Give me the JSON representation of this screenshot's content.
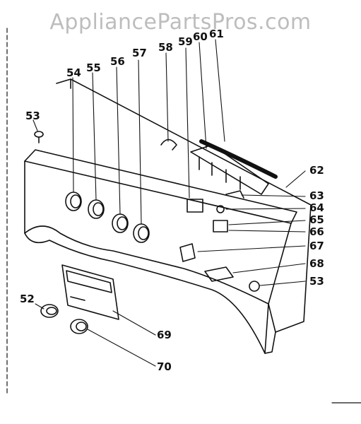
{
  "watermark": "AppliancePartsPros.com",
  "callouts": {
    "c53a": "53",
    "c54": "54",
    "c55": "55",
    "c56": "56",
    "c57": "57",
    "c58": "58",
    "c59": "59",
    "c60": "60",
    "c61": "61",
    "c62": "62",
    "c63": "63",
    "c64": "64",
    "c65": "65",
    "c66": "66",
    "c67": "67",
    "c68": "68",
    "c53b": "53",
    "c52": "52",
    "c69": "69",
    "c70": "70"
  }
}
